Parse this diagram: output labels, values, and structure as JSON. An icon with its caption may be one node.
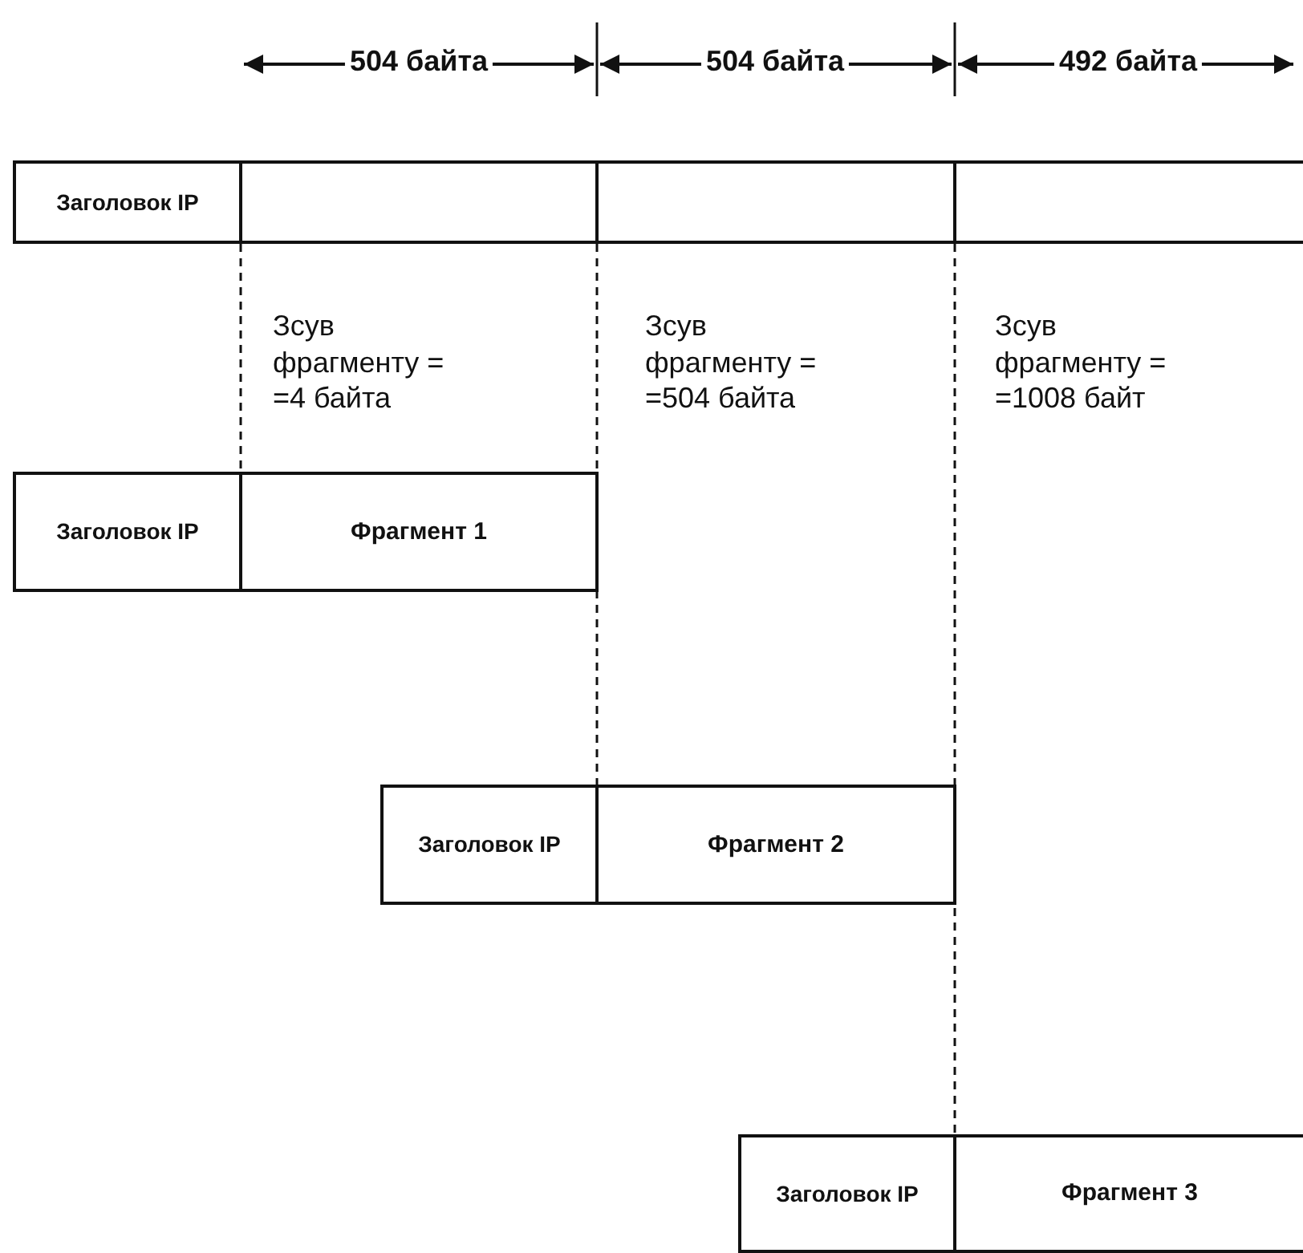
{
  "diagram": {
    "nodes": [
      {
        "text": [
          "Заголовок IP"
        ]
      },
      {
        "text": [],
        "shape": "box"
      },
      {
        "text": [],
        "shape": "box"
      },
      {
        "text": [],
        "shape": "box"
      },
      {
        "text": [
          "Заголовок IP"
        ]
      },
      {
        "text": [
          "Фрагмент 1"
        ]
      },
      {
        "text": [
          "Заголовок IP"
        ]
      },
      {
        "text": [
          "Фрагмент 2"
        ]
      },
      {
        "text": [
          "Заголовок IP"
        ]
      },
      {
        "text": [
          "Фрагмент 3"
        ]
      }
    ],
    "edges": [
      {
        "from": 0,
        "to": 4,
        "arrow": "none",
        "style": "dashed"
      },
      {
        "from": 1,
        "to": 6,
        "arrow": "none",
        "style": "dashed"
      },
      {
        "from": 3,
        "to": 8,
        "arrow": "none",
        "style": "dashed"
      }
    ],
    "labels": [
      "504 байта",
      "504 байта",
      "492 байта",
      "Зсув фрагменту = =4 байта",
      "Зсув фрагменту = =504 байта",
      "Зсув фрагменту = =1008 байт"
    ]
  }
}
